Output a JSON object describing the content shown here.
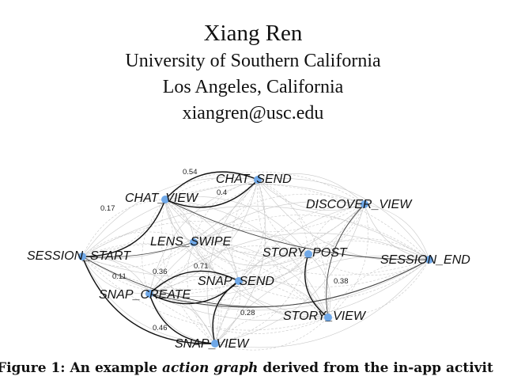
{
  "author": {
    "name": "Xiang Ren",
    "affiliation": "University of Southern California",
    "location": "Los Angeles, California",
    "email": "xiangren@usc.edu"
  },
  "graph": {
    "node_color": "#6fa8e8",
    "nodes": [
      "CHAT_SEND",
      "CHAT_VIEW",
      "DISCOVER_VIEW",
      "LENS_SWIPE",
      "SESSION_START",
      "STORY_POST",
      "SESSION_END",
      "SNAP_SEND",
      "SNAP_CREATE",
      "STORY_VIEW",
      "SNAP_VIEW"
    ],
    "weighted_edges": [
      {
        "source": "CHAT_VIEW",
        "target": "CHAT_SEND",
        "weight": "0.54"
      },
      {
        "source": "CHAT_SEND",
        "target": "CHAT_VIEW",
        "weight": "0.4"
      },
      {
        "source": "SESSION_START",
        "target": "CHAT_VIEW",
        "weight": "0.17"
      },
      {
        "source": "SESSION_START",
        "target": "SNAP_VIEW",
        "weight": "0.11"
      },
      {
        "source": "SNAP_CREATE",
        "target": "SNAP_SEND",
        "weight": "0.36"
      },
      {
        "source": "SNAP_SEND",
        "target": "SNAP_CREATE",
        "weight": "0.71"
      },
      {
        "source": "SNAP_SEND",
        "target": "SNAP_VIEW",
        "weight": "0.28"
      },
      {
        "source": "SNAP_CREATE",
        "target": "SNAP_VIEW",
        "weight": "0.46"
      },
      {
        "source": "STORY_POST",
        "target": "STORY_VIEW",
        "weight": "0.38"
      }
    ]
  },
  "caption": {
    "prefix": "Figure 1: An example ",
    "emph": "action graph",
    "suffix": " derived from the in-app activit"
  }
}
